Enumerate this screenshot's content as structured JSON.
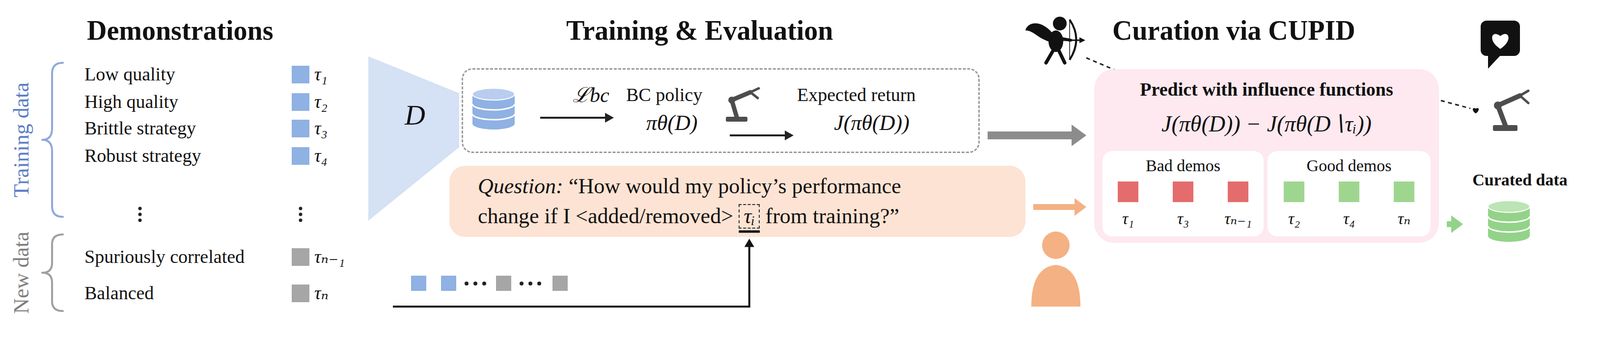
{
  "diagram": {
    "nodes": [
      {
        "text": [
          "D"
        ]
      },
      {
        "text": [
          "ℒbc",
          "BC policy",
          "πθ(D)",
          "Expected return",
          "J(πθ(D))"
        ]
      },
      {
        "text": [
          "Question:",
          "“How would my policy’s performance",
          "change if I <added/removed>",
          "τᵢ",
          "from training?”"
        ]
      },
      {
        "text": [
          "Predict with influence functions",
          "J(πθ(D)) − J(πθ(D∖τᵢ))"
        ]
      },
      {
        "text": [
          "Bad demos",
          "τ₁",
          "τ₃",
          "τₙ₋₁"
        ],
        "in": 3
      },
      {
        "text": [
          "Good demos",
          "τ₂",
          "τ₄",
          "τₙ"
        ],
        "in": 3
      },
      {
        "text": [
          "Curated data"
        ]
      }
    ],
    "edges": [
      {
        "from": 1,
        "to": 3,
        "arrow": "to"
      },
      {
        "from": 2,
        "to": 3,
        "arrow": "to"
      },
      {
        "from": 3,
        "to": 6,
        "arrow": "to"
      }
    ],
    "labels": [
      "Demonstrations",
      "Training & Evaluation",
      "Curation via CUPID",
      "Training data",
      "Low quality",
      "τ₁",
      "High quality",
      "τ₂",
      "Brittle strategy",
      "τ₃",
      "Robust strategy",
      "τ₄",
      "New data",
      "Spuriously correlated",
      "τₙ₋₁",
      "Balanced",
      "τₙ"
    ]
  }
}
